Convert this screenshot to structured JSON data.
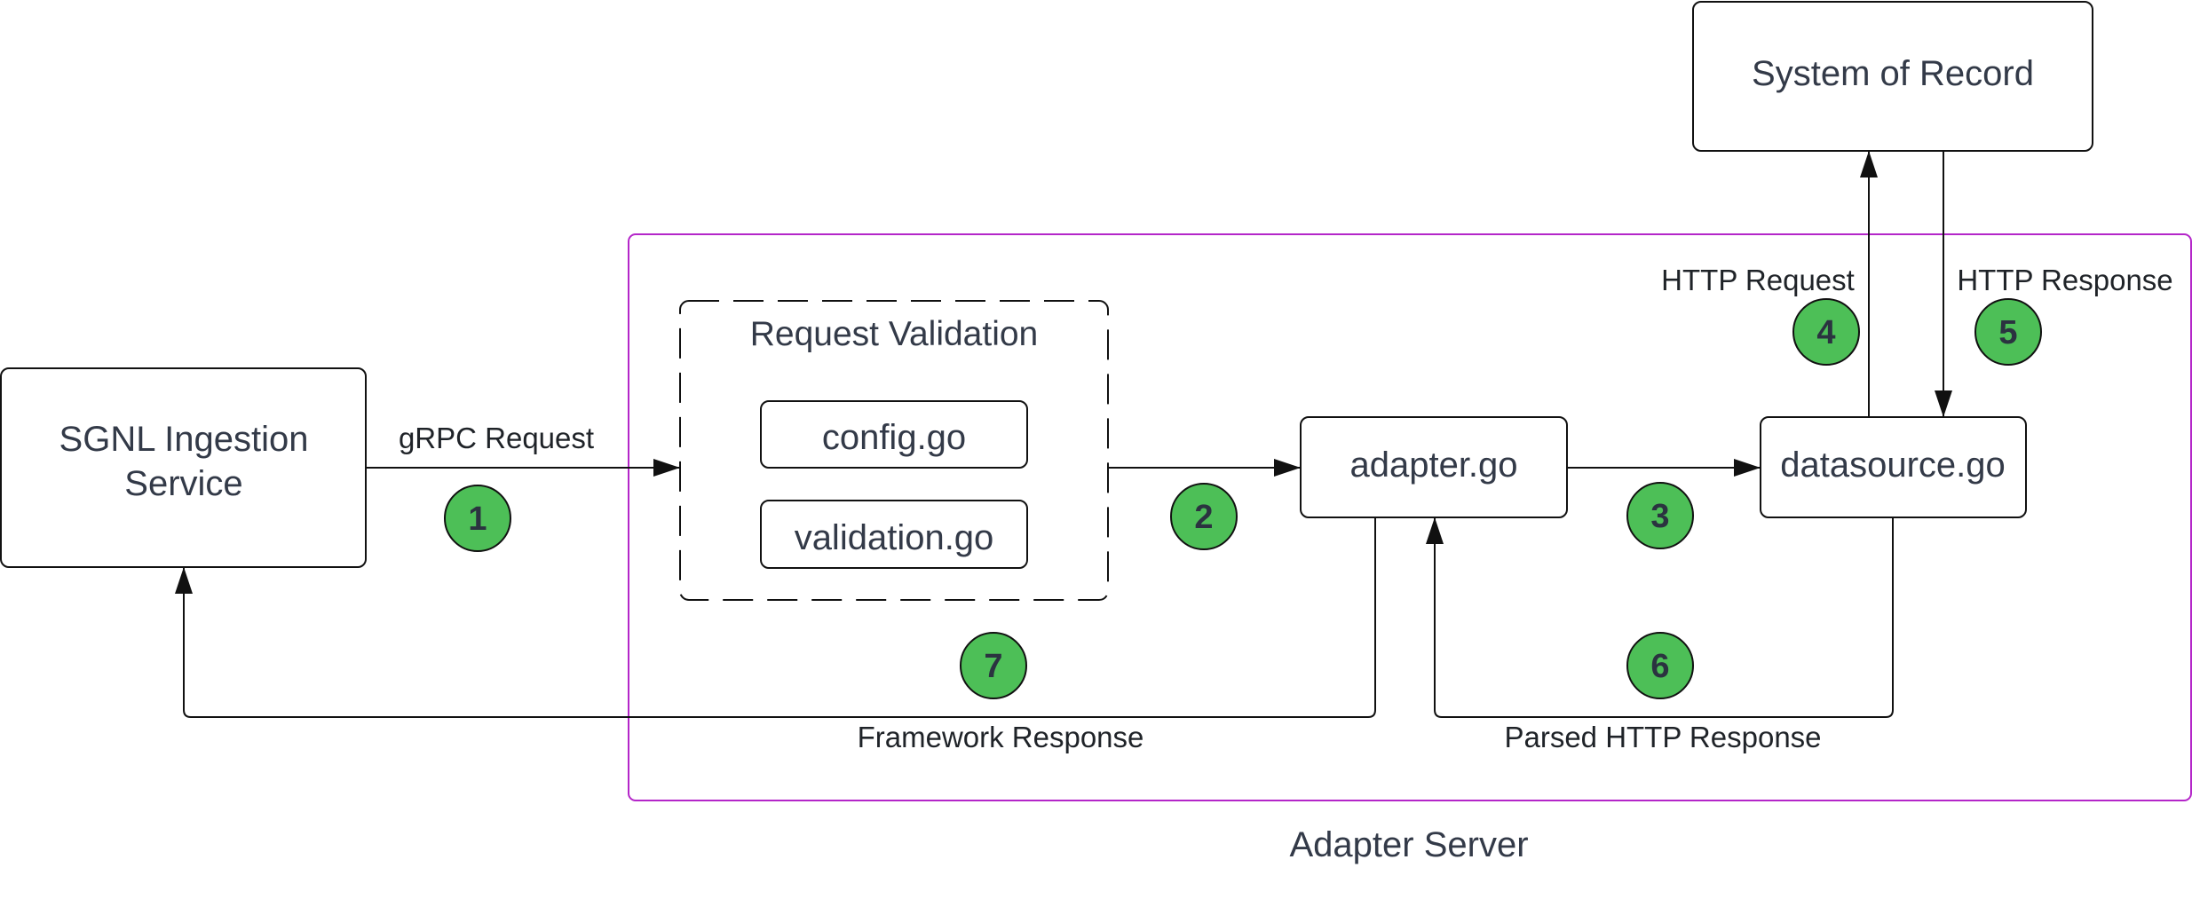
{
  "diagram": {
    "nodes": {
      "sgnl": {
        "line1": "SGNL Ingestion",
        "line2": "Service"
      },
      "request_validation": "Request Validation",
      "config": "config.go",
      "validation": "validation.go",
      "adapter": "adapter.go",
      "datasource": "datasource.go",
      "system_of_record": "System of Record",
      "adapter_server": "Adapter Server"
    },
    "edges": {
      "grpc_request": "gRPC Request",
      "http_request": "HTTP Request",
      "http_response": "HTTP Response",
      "framework_response": "Framework Response",
      "parsed_http_response": "Parsed HTTP Response"
    },
    "steps": [
      "1",
      "2",
      "3",
      "4",
      "5",
      "6",
      "7"
    ],
    "colors": {
      "step_fill": "#4dbf57",
      "container_border": "#b426c9",
      "line": "#111111",
      "text": "#333a48"
    }
  }
}
